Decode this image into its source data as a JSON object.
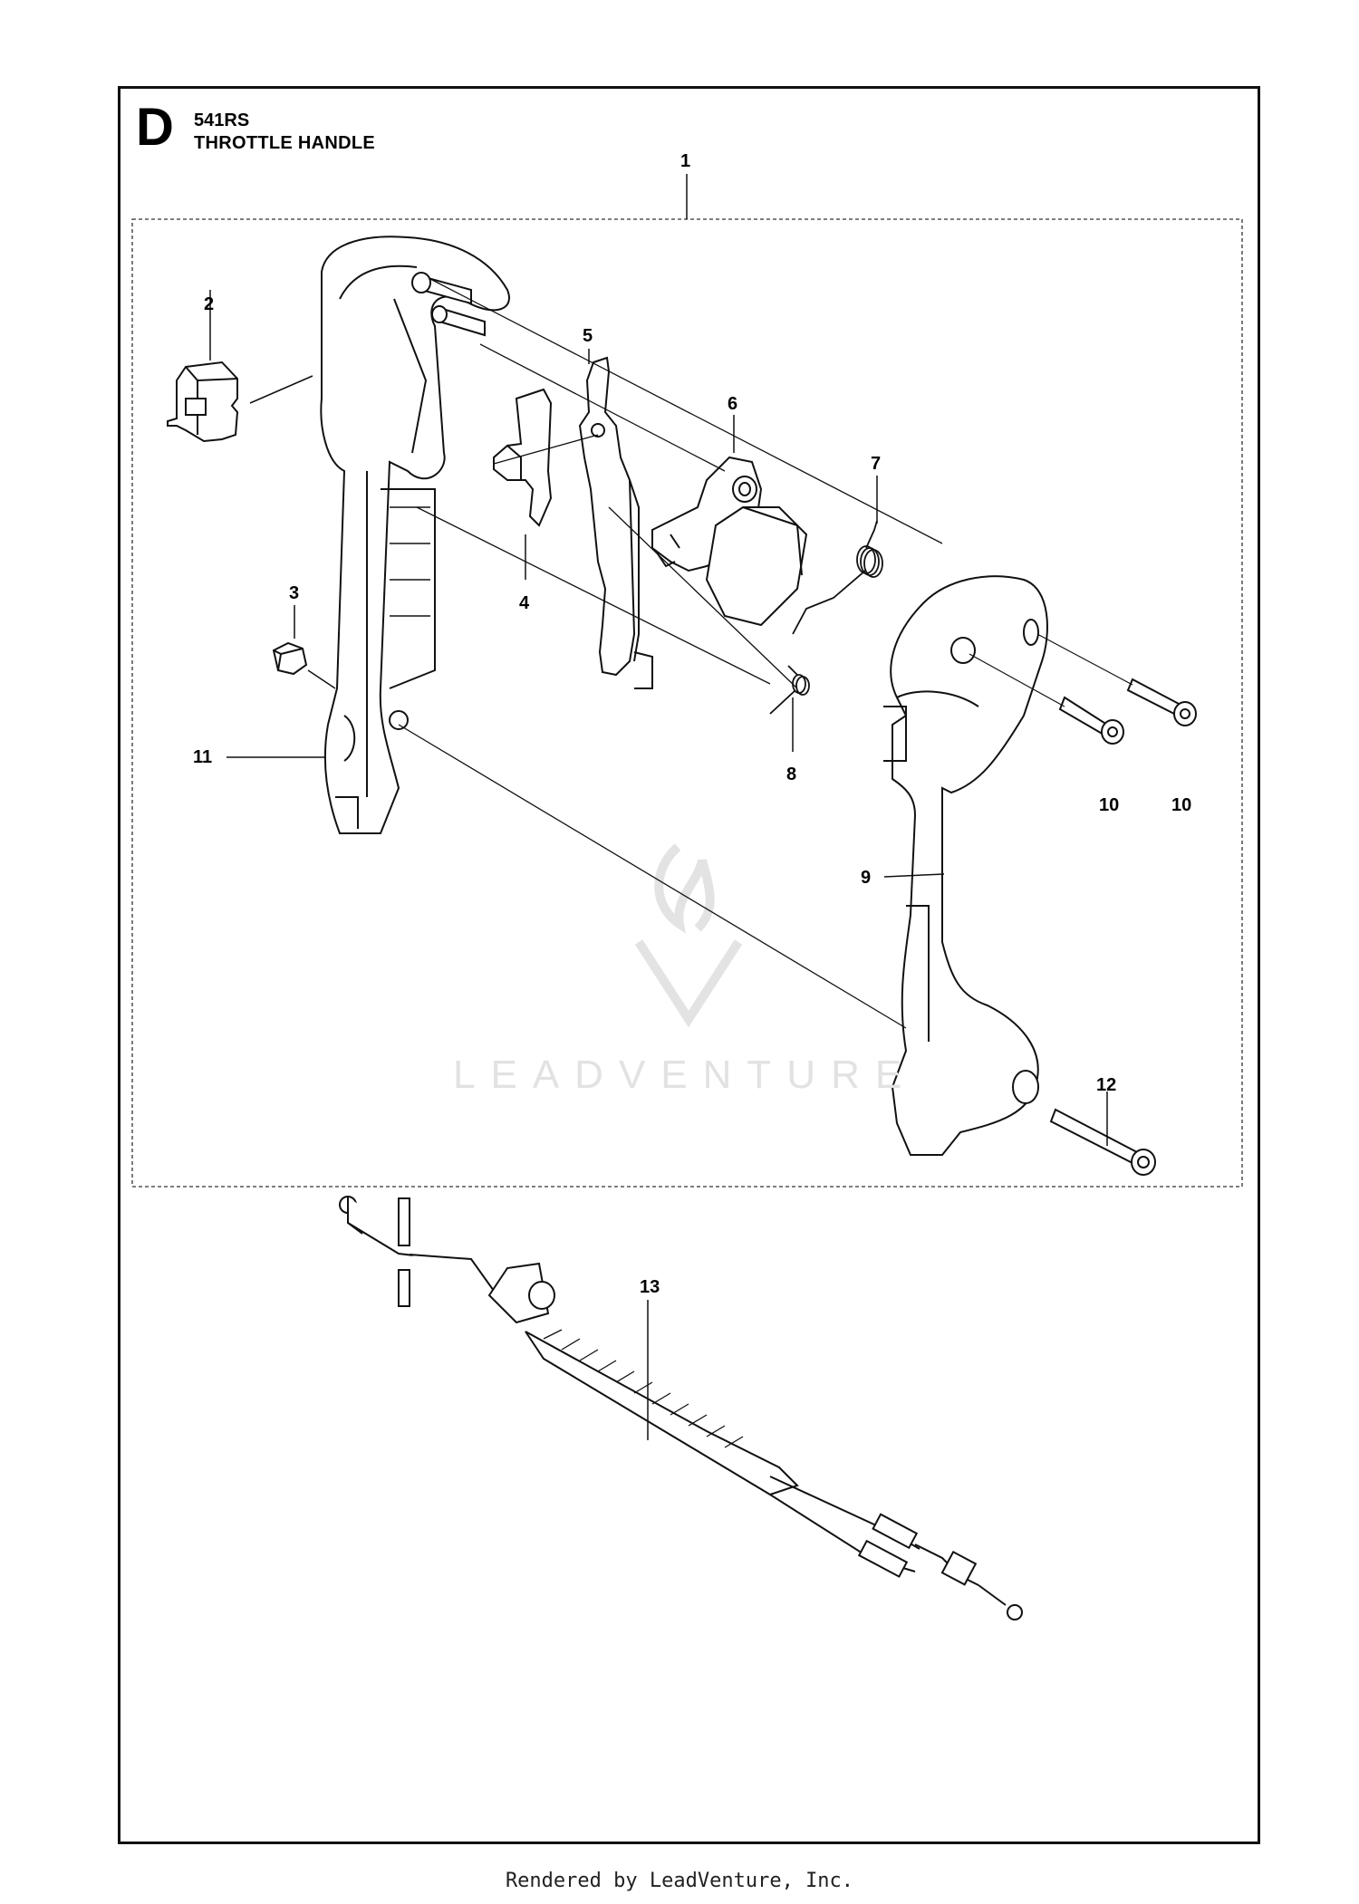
{
  "header": {
    "section_letter": "D",
    "model": "541RS",
    "title": "THROTTLE HANDLE"
  },
  "callouts": [
    "1",
    "2",
    "3",
    "4",
    "5",
    "6",
    "7",
    "8",
    "9",
    "10",
    "10",
    "11",
    "12",
    "13"
  ],
  "watermark": {
    "brand": "LEADVENTURE"
  },
  "footer": {
    "text": "Rendered by LeadVenture, Inc."
  }
}
